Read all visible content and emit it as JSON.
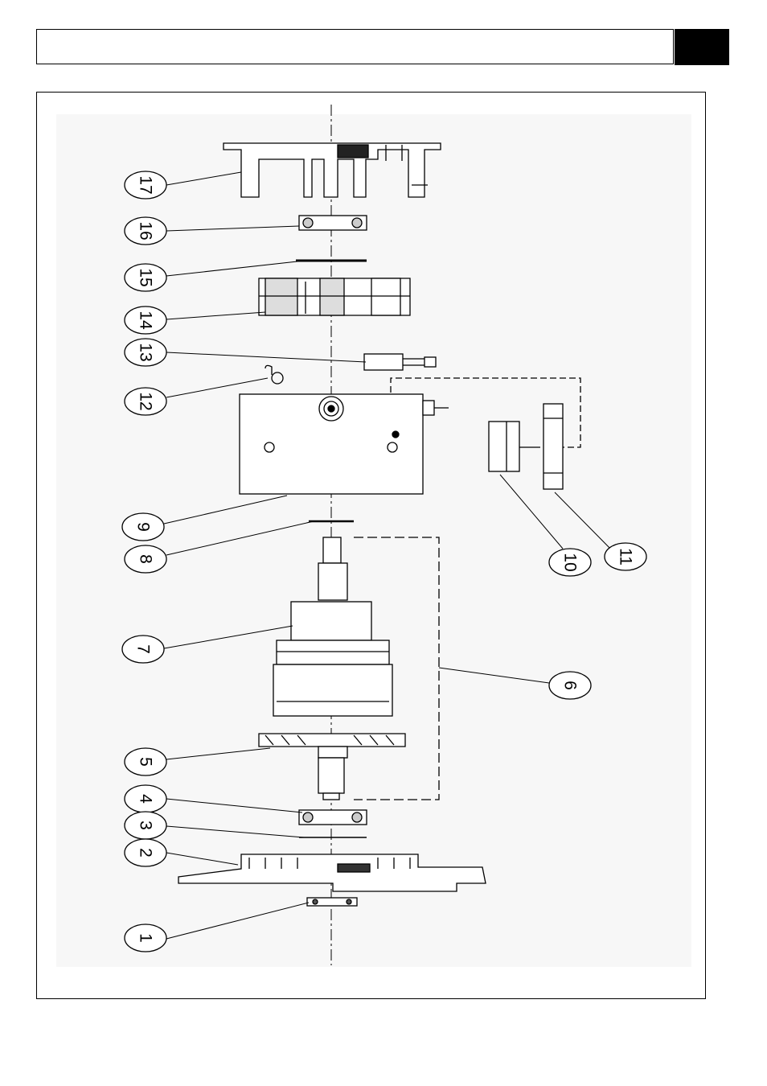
{
  "labels": {
    "p1": "1",
    "p2": "2",
    "p3": "3",
    "p4": "4",
    "p5": "5",
    "p6": "6",
    "p7": "7",
    "p8": "8",
    "p9": "9",
    "p10": "10",
    "p11": "11",
    "p12": "12",
    "p13": "13",
    "p14": "14",
    "p15": "15",
    "p16": "16",
    "p17": "17"
  },
  "colors": {
    "ink": "#000000",
    "paper": "#ffffff",
    "drawing_bg": "#f7f7f7"
  }
}
